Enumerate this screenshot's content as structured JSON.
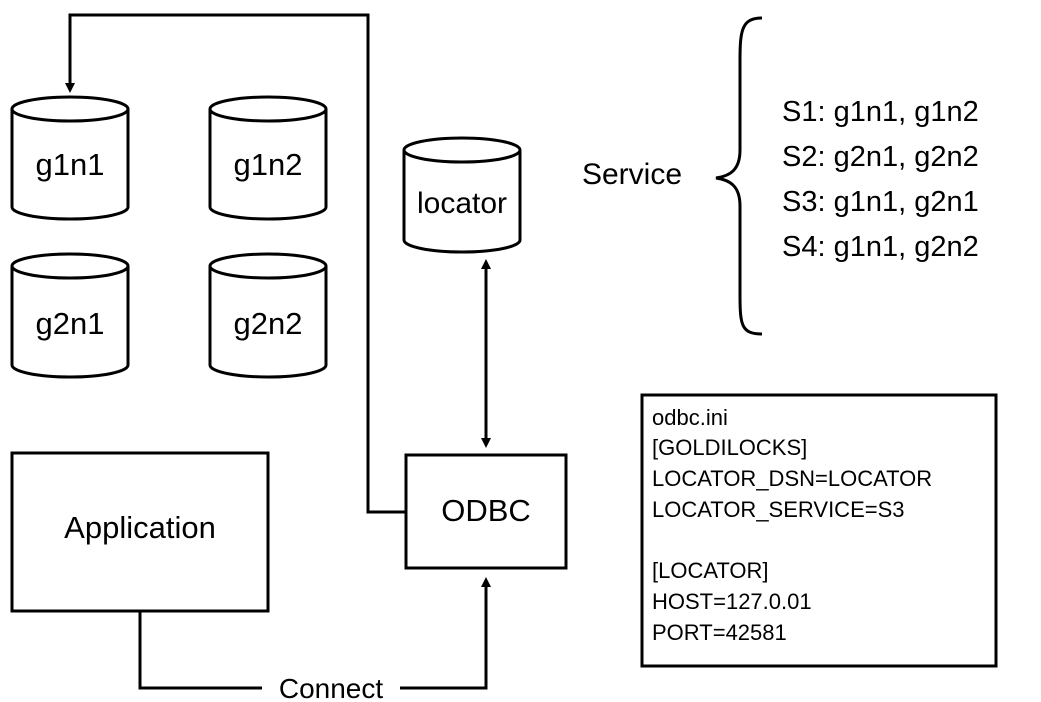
{
  "nodes": {
    "g1n1": "g1n1",
    "g1n2": "g1n2",
    "g2n1": "g2n1",
    "g2n2": "g2n2",
    "locator": "locator"
  },
  "application_label": "Application",
  "odbc_label": "ODBC",
  "connect_label": "Connect",
  "service": {
    "label": "Service",
    "items": [
      "S1: g1n1, g1n2",
      "S2: g2n1, g2n2",
      "S3: g1n1, g2n1",
      "S4: g1n1, g2n2"
    ]
  },
  "ini": {
    "lines": [
      "odbc.ini",
      "[GOLDILOCKS]",
      "LOCATOR_DSN=LOCATOR",
      "LOCATOR_SERVICE=S3",
      "",
      "[LOCATOR]",
      "HOST=127.0.01",
      "PORT=42581"
    ]
  },
  "colors": {
    "stroke": "#000000",
    "background": "#ffffff"
  }
}
